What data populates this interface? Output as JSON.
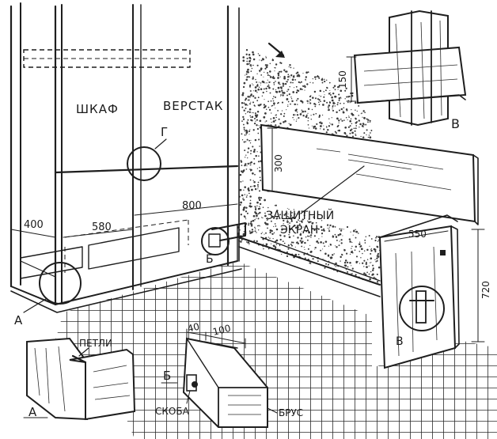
{
  "labels": {
    "cabinet": "ШКАФ",
    "workbench": "ВЕРСТАК",
    "screen_line1": "ЗАЩИТНЫЙ",
    "screen_line2": "ЭКРАН",
    "hinges": "ПЕТЛИ",
    "bracket": "СКОБА",
    "beam": "БРУС"
  },
  "dimensions": {
    "d400": "400",
    "d580": "580",
    "d800": "800",
    "d300": "300",
    "d550": "550",
    "d720": "720",
    "d150": "150",
    "d40": "40",
    "d100": "100"
  },
  "callouts": {
    "A": "А",
    "B": "Б",
    "V": "В",
    "G": "Г"
  },
  "colors": {
    "ink": "#1e1e1e",
    "paper": "#ffffff",
    "speckle": "#3a3a3a"
  }
}
